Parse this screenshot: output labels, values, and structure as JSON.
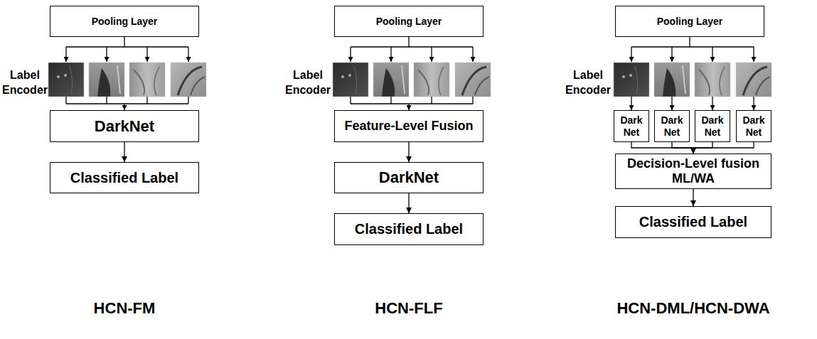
{
  "diagram": {
    "nodes": [
      {
        "text": [
          "Pooling Layer"
        ]
      },
      {
        "text": [
          "DarkNet"
        ]
      },
      {
        "text": [
          "Classified Label"
        ]
      },
      {
        "text": [
          "Pooling Layer"
        ]
      },
      {
        "text": [
          "Feature-Level Fusion"
        ]
      },
      {
        "text": [
          "DarkNet"
        ]
      },
      {
        "text": [
          "Classified Label"
        ]
      },
      {
        "text": [
          "Pooling Layer"
        ]
      },
      {
        "text": [
          "Dark Net"
        ]
      },
      {
        "text": [
          "Dark Net"
        ]
      },
      {
        "text": [
          "Dark Net"
        ]
      },
      {
        "text": [
          "Dark Net"
        ]
      },
      {
        "text": [
          "Decision-Level fusion ML/WA"
        ]
      },
      {
        "text": [
          "Classified Label"
        ]
      }
    ],
    "edges": [
      {
        "from": 1,
        "to": 2,
        "arrow": "to"
      },
      {
        "from": 4,
        "to": 5,
        "arrow": "to"
      },
      {
        "from": 5,
        "to": 6,
        "arrow": "to"
      },
      {
        "from": 8,
        "to": 12,
        "arrow": "to"
      },
      {
        "from": 9,
        "to": 12,
        "arrow": "to"
      },
      {
        "from": 10,
        "to": 12,
        "arrow": "to"
      },
      {
        "from": 11,
        "to": 12,
        "arrow": "to"
      },
      {
        "from": 12,
        "to": 13,
        "arrow": "to"
      }
    ],
    "labels": [
      "Label Encoder",
      "Label Encoder",
      "Label Encoder",
      "HCN-FM",
      "HCN-FLF",
      "HCN-DML/HCN-DWA"
    ]
  }
}
